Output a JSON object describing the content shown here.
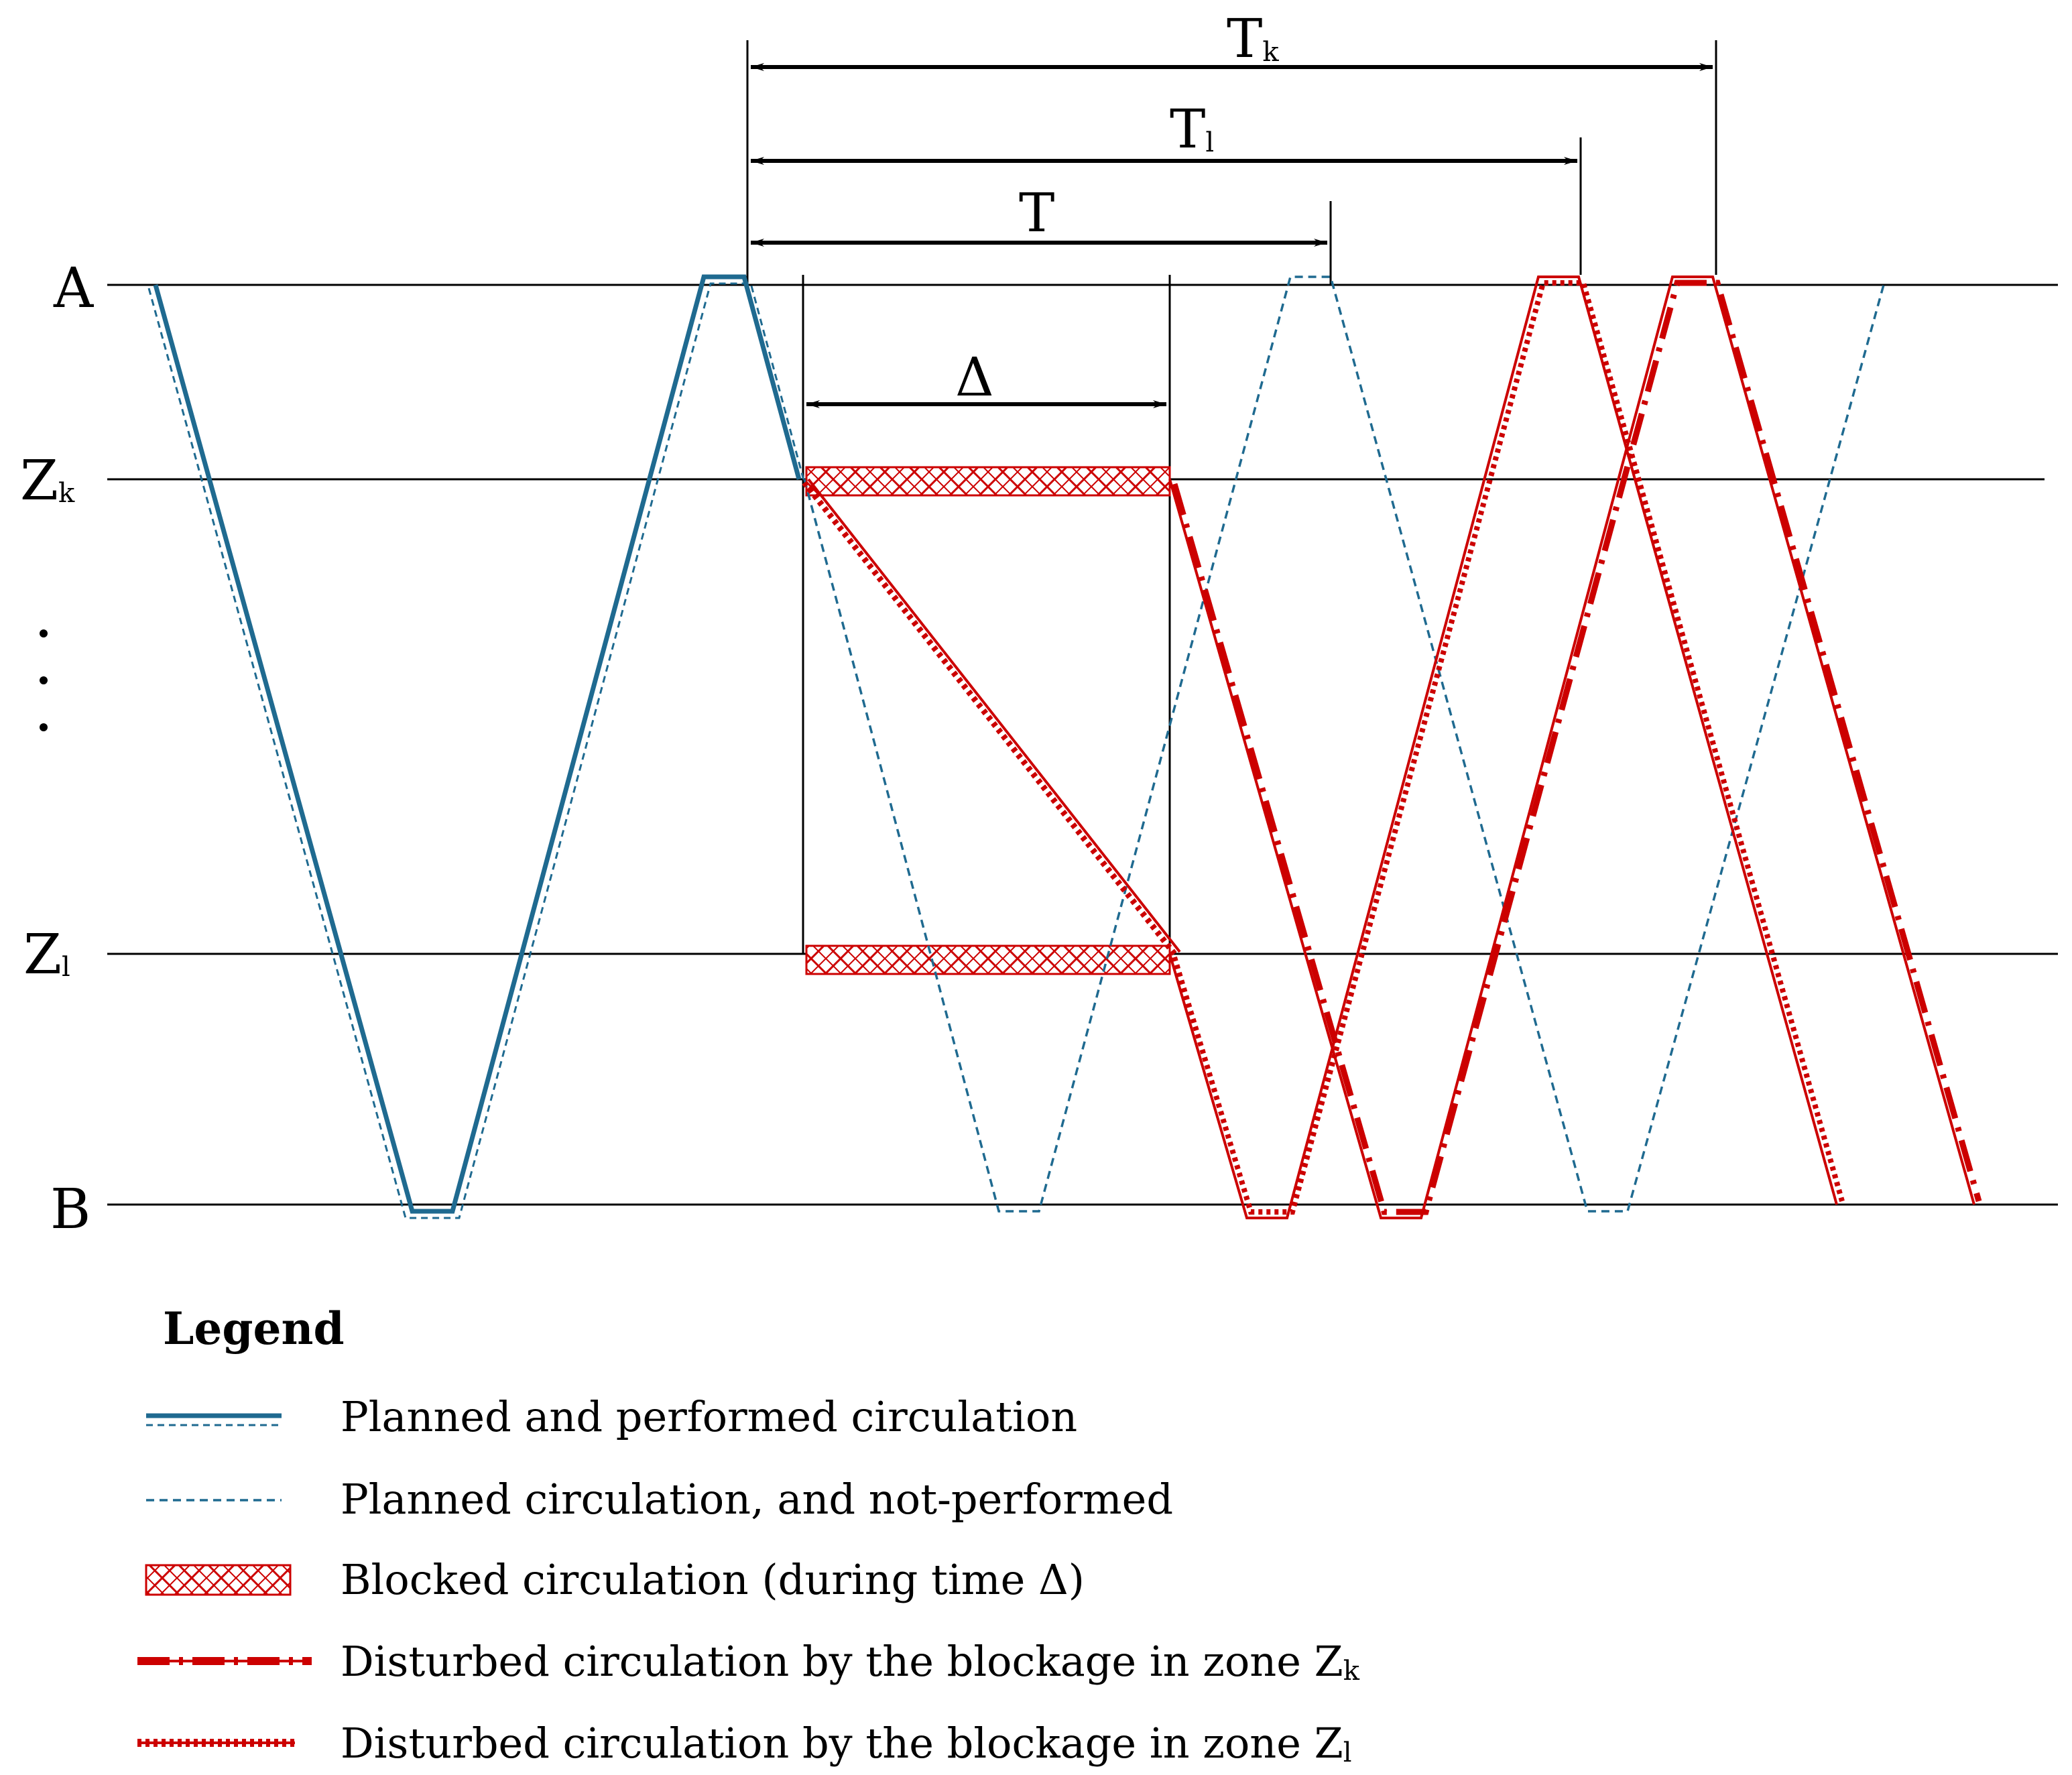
{
  "levels": [
    {
      "id": "A",
      "label": "A",
      "sub": ""
    },
    {
      "id": "Zk",
      "label": "Z",
      "sub": "k"
    },
    {
      "id": "Zl",
      "label": "Z",
      "sub": "l"
    },
    {
      "id": "B",
      "label": "B",
      "sub": ""
    }
  ],
  "dimensions": {
    "Tk": {
      "label": "T",
      "sub": "k"
    },
    "Tl": {
      "label": "T",
      "sub": "l"
    },
    "T": {
      "label": "T",
      "sub": ""
    },
    "delta": {
      "label": "Δ",
      "sub": ""
    }
  },
  "colors": {
    "planned": "#1f6a90",
    "disturbed": "#cc0000",
    "blocked_fill": "#f2b8b8",
    "axis": "#000000"
  },
  "legend": {
    "title": "Legend",
    "items": [
      {
        "id": "planned-performed",
        "text": "Planned and performed circulation",
        "sub": ""
      },
      {
        "id": "planned-not-performed",
        "text": "Planned circulation, and not-performed",
        "sub": ""
      },
      {
        "id": "blocked",
        "text": "Blocked circulation (during time Δ)",
        "sub": ""
      },
      {
        "id": "disturbed-zk",
        "text": "Disturbed circulation by the blockage in zone Z",
        "sub": "k"
      },
      {
        "id": "disturbed-zl",
        "text": "Disturbed circulation by the blockage in zone Z",
        "sub": "l"
      }
    ]
  }
}
